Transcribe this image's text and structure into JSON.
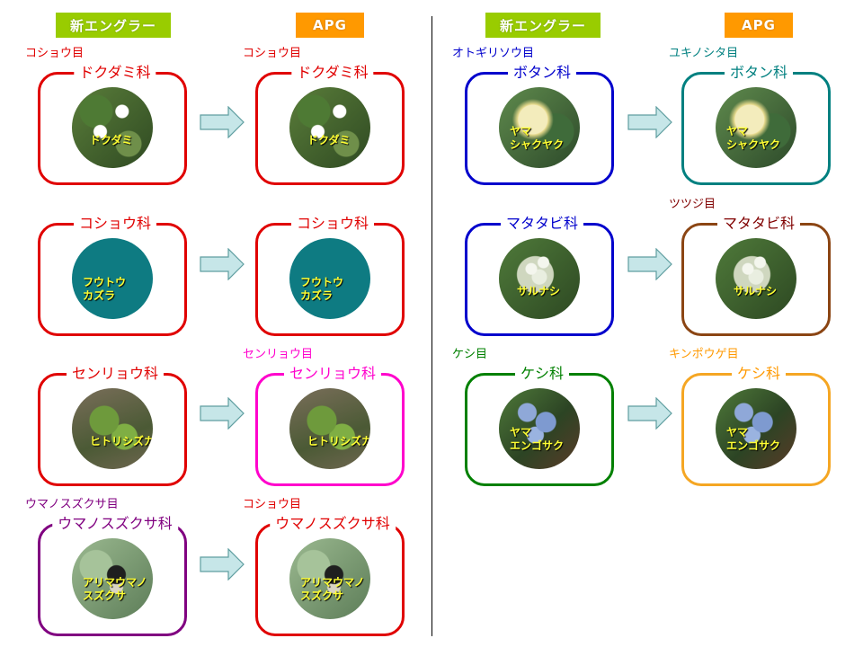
{
  "headers": {
    "shin_engler": "新エングラー",
    "apg": "APG"
  },
  "colors": {
    "green_header": "#99cc00",
    "orange_header": "#ff9900",
    "plant_label": "#ffff33",
    "arrow_fill": "#c6e6e8",
    "arrow_stroke": "#5f9ea0"
  },
  "rows": [
    {
      "left": {
        "order": "コショウ目",
        "order_color": "#e00000",
        "family": "ドクダミ科",
        "family_color": "#e00000",
        "border": "#e00000",
        "plant": [
          "ドクダミ"
        ],
        "photo": "leafy-white-flowers"
      },
      "right": {
        "order": "コショウ目",
        "order_color": "#e00000",
        "family": "ドクダミ科",
        "family_color": "#e00000",
        "border": "#e00000",
        "plant": [
          "ドクダミ"
        ],
        "photo": "leafy-white-flowers"
      }
    },
    {
      "left": {
        "order": "",
        "order_color": "#e00000",
        "family": "コショウ科",
        "family_color": "#e00000",
        "border": "#e00000",
        "plant": [
          "フウトウ",
          "カズラ"
        ],
        "photo": "teal-solid"
      },
      "right": {
        "order": "",
        "order_color": "#e00000",
        "family": "コショウ科",
        "family_color": "#e00000",
        "border": "#e00000",
        "plant": [
          "フウトウ",
          "カズラ"
        ],
        "photo": "teal-solid"
      }
    },
    {
      "left": {
        "order": "",
        "order_color": "#e00000",
        "family": "センリョウ科",
        "family_color": "#e00000",
        "border": "#e00000",
        "plant": [
          "ヒトリシズカ"
        ],
        "photo": "forest-floor"
      },
      "right": {
        "order": "センリョウ目",
        "order_color": "#ff00cc",
        "family": "センリョウ科",
        "family_color": "#ff00cc",
        "border": "#ff00cc",
        "plant": [
          "ヒトリシズカ"
        ],
        "photo": "forest-floor"
      }
    },
    {
      "left": {
        "order": "ウマノスズクサ目",
        "order_color": "#800080",
        "family": "ウマノスズクサ科",
        "family_color": "#800080",
        "border": "#800080",
        "plant": [
          "アリマウマノ",
          "スズクサ"
        ],
        "photo": "pale-leaves-dark-flower"
      },
      "right": {
        "order": "コショウ目",
        "order_color": "#e00000",
        "family": "ウマノスズクサ科",
        "family_color": "#e00000",
        "border": "#e00000",
        "plant": [
          "アリマウマノ",
          "スズクサ"
        ],
        "photo": "pale-leaves-dark-flower"
      }
    },
    {
      "left": {
        "order": "オトギリソウ目",
        "order_color": "#0000cc",
        "family": "ボタン科",
        "family_color": "#0000cc",
        "border": "#0000cc",
        "plant": [
          "ヤマ",
          "シャクヤク"
        ],
        "photo": "cream-bloom"
      },
      "right": {
        "order": "ユキノシタ目",
        "order_color": "#008080",
        "family": "ボタン科",
        "family_color": "#008080",
        "border": "#008080",
        "plant": [
          "ヤマ",
          "シャクヤク"
        ],
        "photo": "cream-bloom"
      }
    },
    {
      "left": {
        "order": "",
        "order_color": "#0000cc",
        "family": "マタタビ科",
        "family_color": "#0000cc",
        "border": "#0000cc",
        "plant": [
          "サルナシ"
        ],
        "photo": "white-cluster"
      },
      "right": {
        "order": "ツツジ目",
        "order_color": "#800000",
        "family": "マタタビ科",
        "family_color": "#800000",
        "border": "#8b4513",
        "plant": [
          "サルナシ"
        ],
        "photo": "white-cluster"
      }
    },
    {
      "left": {
        "order": "ケシ目",
        "order_color": "#008000",
        "family": "ケシ科",
        "family_color": "#008000",
        "border": "#008000",
        "plant": [
          "ヤマ",
          "エンゴサク"
        ],
        "photo": "blue-tubular"
      },
      "right": {
        "order": "キンポウゲ目",
        "order_color": "#ff9900",
        "family": "ケシ科",
        "family_color": "#ff9900",
        "border": "#f5a623",
        "plant": [
          "ヤマ",
          "エンゴサク"
        ],
        "photo": "blue-tubular"
      }
    }
  ]
}
